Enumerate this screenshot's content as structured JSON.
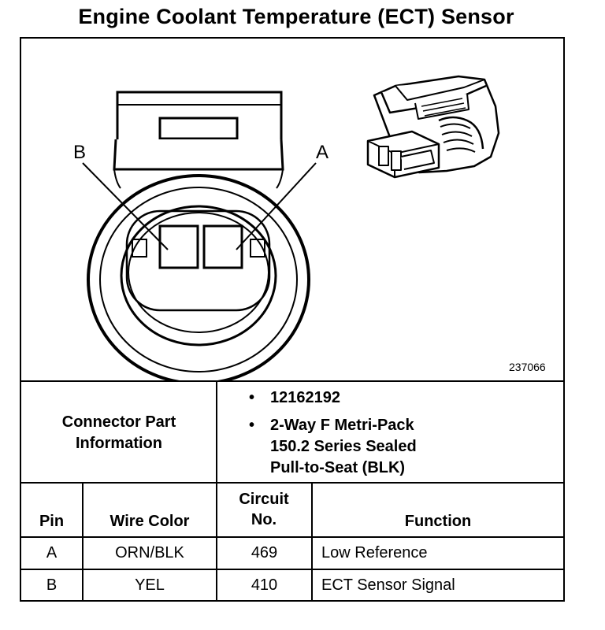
{
  "title": "Engine Coolant Temperature (ECT) Sensor",
  "figure": {
    "figure_number": "237066",
    "pin_label_b": "B",
    "pin_label_a": "A"
  },
  "connector_info": {
    "label": "Connector Part Information",
    "items": [
      "12162192",
      "2-Way F Metri-Pack\n150.2 Series Sealed\nPull-to-Seat (BLK)"
    ]
  },
  "pin_table": {
    "headers": {
      "pin": "Pin",
      "wire_color": "Wire Color",
      "circuit_no": "Circuit No.",
      "function": "Function"
    },
    "rows": [
      {
        "pin": "A",
        "wire_color": "ORN/BLK",
        "circuit_no": "469",
        "function": "Low Reference"
      },
      {
        "pin": "B",
        "wire_color": "YEL",
        "circuit_no": "410",
        "function": "ECT Sensor Signal"
      }
    ]
  }
}
